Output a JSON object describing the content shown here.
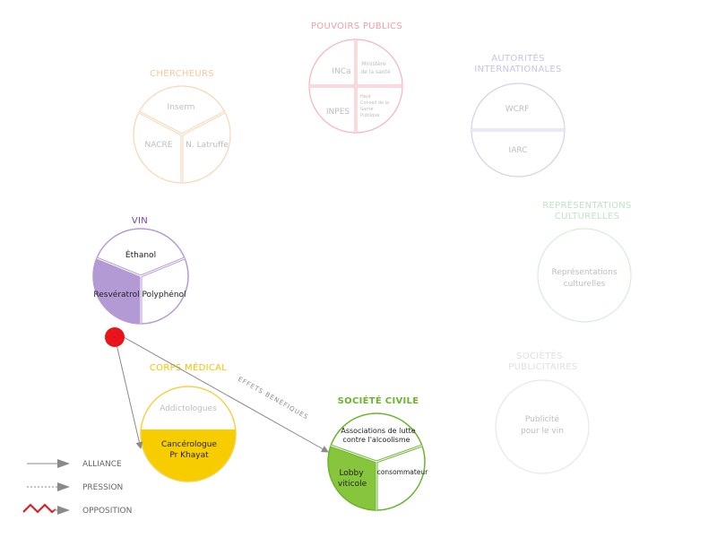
{
  "groups": {
    "pouvoirs_publics": {
      "title": "POUVOIRS PUBLICS",
      "color": "#f0a0a8",
      "items": [
        "INCa",
        "Ministère",
        "de la santé",
        "INPES",
        "Haut",
        "Conseil de la",
        "Santé",
        "Publique"
      ]
    },
    "chercheurs": {
      "title": "CHERCHEURS",
      "color": "#f5c89a",
      "items": [
        "Inserm",
        "NACRE",
        "N. Latruffe"
      ]
    },
    "autorites": {
      "title_line1": "AUTORITÉS",
      "title_line2": "INTERNATIONALES",
      "color": "#c8c4e4",
      "items": [
        "WCRF",
        "IARC"
      ]
    },
    "representations": {
      "title_line1": "REPRÉSENTATIONS",
      "title_line2": "CULTURELLES",
      "color": "#bfe4c4",
      "items": [
        "Représentations",
        "culturelles"
      ]
    },
    "societes_pub": {
      "title_line1": "SOCIÉTÉS",
      "title_line2": "PUBLICITAIRES",
      "color": "#d9d9d9",
      "items": [
        "Publicité",
        "pour le vin"
      ]
    },
    "vin": {
      "title": "VIN",
      "color": "#7b3fa0",
      "fill": "#b49ad4",
      "stroke": "#b49ad4",
      "items": [
        "Éthanol",
        "Resvératrol",
        "Polyphénol"
      ]
    },
    "corps_medical": {
      "title": "CORPS MÉDICAL",
      "color": "#f2c500",
      "items": [
        "Addictologues",
        "Cancérologue",
        "Pr Khayat"
      ]
    },
    "societe_civile": {
      "title": "SOCIÉTÉ CIVILE",
      "color": "#6ab42e",
      "fill": "#86c53c",
      "items": [
        "Associations de lutte",
        "contre l'alcoolisme",
        "Lobby",
        "viticole",
        "consommateur"
      ]
    }
  },
  "arrow_label": "EFFETS BÉNÉFIQUES",
  "legend": {
    "alliance": "ALLIANCE",
    "pression": "PRESSION",
    "opposition": "OPPOSITION"
  },
  "colors": {
    "node_red": "#e8131b",
    "arrow_gray": "#8a8a8a"
  }
}
